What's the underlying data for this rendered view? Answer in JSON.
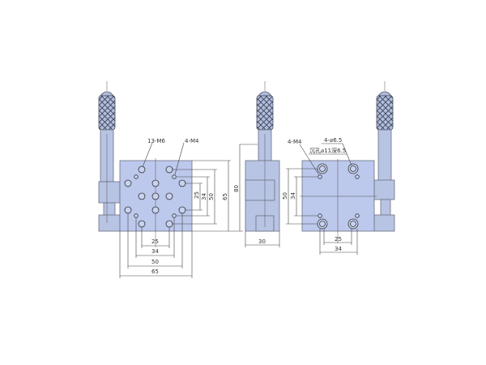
{
  "views": {
    "top": {
      "callouts": {
        "m6": "13-M6",
        "m4": "4-M4"
      },
      "dims_vertical": [
        "25",
        "34",
        "50",
        "65",
        "80"
      ],
      "dims_horizontal": [
        "25",
        "34",
        "50",
        "65"
      ]
    },
    "side": {
      "dims_vertical": [
        "80"
      ],
      "dims_horizontal": [
        "30"
      ]
    },
    "bottom": {
      "callouts": {
        "m4": "4-M4",
        "through": "4-⌀6.5",
        "counterbore": "沉孔⌀11深6.5"
      },
      "dims_vertical": [
        "50",
        "34"
      ],
      "dims_horizontal": [
        "25",
        "34"
      ]
    }
  },
  "colors": {
    "body": "#bcc8ec",
    "outline": "#6b7180"
  }
}
